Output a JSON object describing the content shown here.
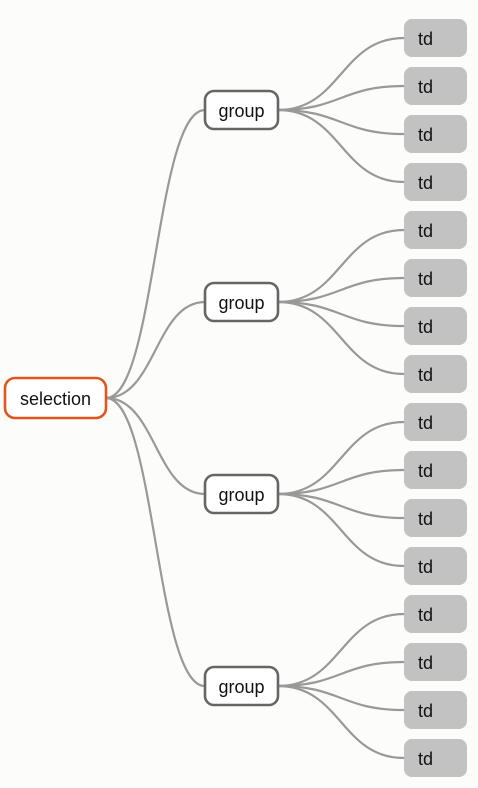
{
  "colors": {
    "background": "#fcfcfa",
    "edge": "#999999",
    "root_border": "#e0561d",
    "group_border": "#666666",
    "leaf_fill": "#c2c2c2",
    "text": "#111111"
  },
  "tree": {
    "label": "selection",
    "children": [
      {
        "label": "group",
        "children": [
          {
            "label": "td"
          },
          {
            "label": "td"
          },
          {
            "label": "td"
          },
          {
            "label": "td"
          }
        ]
      },
      {
        "label": "group",
        "children": [
          {
            "label": "td"
          },
          {
            "label": "td"
          },
          {
            "label": "td"
          },
          {
            "label": "td"
          }
        ]
      },
      {
        "label": "group",
        "children": [
          {
            "label": "td"
          },
          {
            "label": "td"
          },
          {
            "label": "td"
          },
          {
            "label": "td"
          }
        ]
      },
      {
        "label": "group",
        "children": [
          {
            "label": "td"
          },
          {
            "label": "td"
          },
          {
            "label": "td"
          },
          {
            "label": "td"
          }
        ]
      }
    ]
  }
}
